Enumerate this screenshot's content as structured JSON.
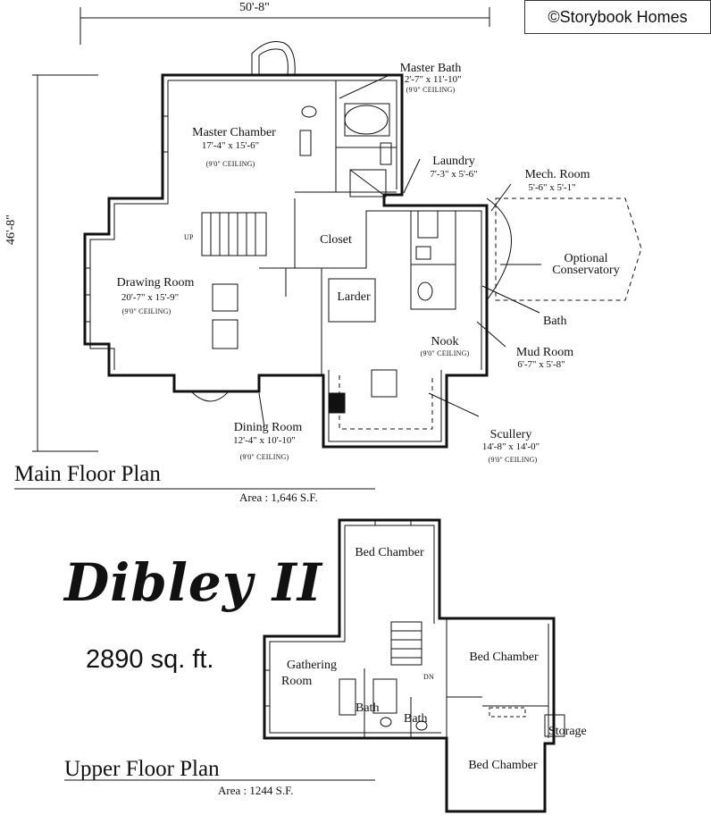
{
  "copyright": "©Storybook Homes",
  "main_plan": {
    "width_dim": "50'-8\"",
    "depth_dim": "46'-8\"",
    "title": "Main Floor Plan",
    "area": "Area :  1,646 S.F.",
    "rooms": {
      "master_bath": {
        "name": "Master Bath",
        "dims": "12'-7\" x 11'-10\"",
        "ceiling": "(9'0\" CEILING)"
      },
      "master_chamber": {
        "name": "Master Chamber",
        "dims": "17'-4\" x 15'-6\"",
        "ceiling": "(9'0\" CEILING)"
      },
      "laundry": {
        "name": "Laundry",
        "dims": "7'-3\" x 5'-6\""
      },
      "mech_room": {
        "name": "Mech. Room",
        "dims": "5'-6\" x 5'-1\""
      },
      "closet": {
        "name": "Closet"
      },
      "optional_conservatory": {
        "line1": "Optional",
        "line2": "Conservatory"
      },
      "drawing_room": {
        "name": "Drawing Room",
        "dims": "20'-7\" x 15'-9\"",
        "ceiling": "(9'0\" CEILING)"
      },
      "larder": {
        "name": "Larder"
      },
      "bath": {
        "name": "Bath"
      },
      "nook": {
        "name": "Nook",
        "ceiling": "(9'0\" CEILING)"
      },
      "mud_room": {
        "name": "Mud Room",
        "dims": "6'-7\" x 5'-8\""
      },
      "dining_room": {
        "name": "Dining Room",
        "dims": "12'-4\" x 10'-10\"",
        "ceiling": "(9'0\" CEILING)"
      },
      "scullery": {
        "name": "Scullery",
        "dims": "14'-8\" x 14'-0\"",
        "ceiling": "(9'0\" CEILING)"
      },
      "up": "UP"
    }
  },
  "home_name": "Dibley II",
  "home_size": "2890 sq. ft.",
  "upper_plan": {
    "title": "Upper Floor Plan",
    "area": "Area :  1244 S.F.",
    "rooms": {
      "bed_chamber_1": "Bed Chamber",
      "bed_chamber_2": "Bed Chamber",
      "bed_chamber_3": "Bed Chamber",
      "gathering_line1": "Gathering",
      "gathering_line2": "Room",
      "bath_1": "Bath",
      "bath_2": "Bath",
      "storage": "Storage",
      "dn": "DN"
    }
  }
}
